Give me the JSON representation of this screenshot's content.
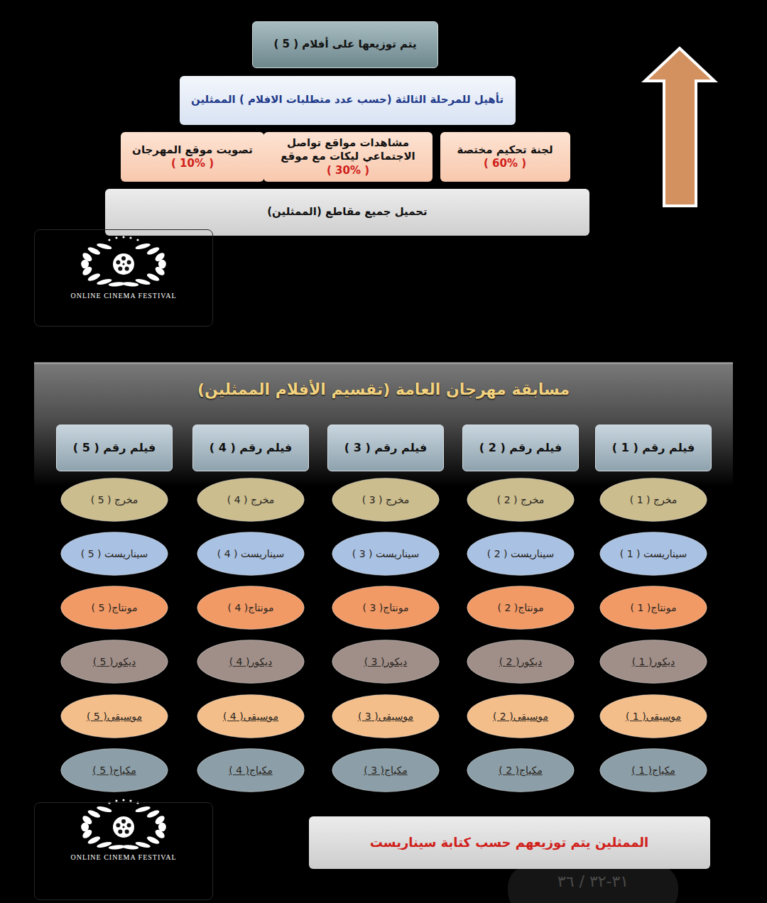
{
  "diagram": {
    "title": "مسابقة مهرجان العامة (تقسيم الأفلام الممثلين)",
    "nodes": [
      {
        "text": [
          "يتم توزيعها على أفلام ( 5 )"
        ]
      },
      {
        "text": [
          "تأهيل للمرحلة الثالثة (حسب عدد متطلبات الافلام ) الممثلين"
        ]
      },
      {
        "text": [
          "لجنة تحكيم مختصة",
          "( 60% )"
        ]
      },
      {
        "text": [
          "مشاهدات مواقع تواصل الاجتماعي ليكات مع موقع",
          "( 30% )"
        ]
      },
      {
        "text": [
          "تصويت موقع المهرجان",
          "( 10% )"
        ]
      },
      {
        "text": [
          "تحميل جميع مقاطع (الممثلين)"
        ]
      },
      {
        "text": [
          "ONLINE CINEMA FESTIVAL"
        ]
      },
      {
        "text": [
          "فيلم رقم ( 1 )"
        ]
      },
      {
        "text": [
          "فيلم رقم ( 2 )"
        ]
      },
      {
        "text": [
          "فيلم رقم ( 3 )"
        ]
      },
      {
        "text": [
          "فيلم رقم ( 4 )"
        ]
      },
      {
        "text": [
          "فيلم رقم ( 5 )"
        ]
      },
      {
        "text": [
          "مخرج ( 1 )"
        ]
      },
      {
        "text": [
          "مخرج ( 2 )"
        ]
      },
      {
        "text": [
          "مخرج ( 3 )"
        ]
      },
      {
        "text": [
          "مخرج ( 4 )"
        ]
      },
      {
        "text": [
          "مخرج ( 5 )"
        ]
      },
      {
        "text": [
          "سيناريست ( 1 )"
        ]
      },
      {
        "text": [
          "سيناريست ( 2 )"
        ]
      },
      {
        "text": [
          "سيناريست ( 3 )"
        ]
      },
      {
        "text": [
          "سيناريست ( 4 )"
        ]
      },
      {
        "text": [
          "سيناريست ( 5 )"
        ]
      },
      {
        "text": [
          "مونتاج( 1 )"
        ]
      },
      {
        "text": [
          "مونتاج( 2 )"
        ]
      },
      {
        "text": [
          "مونتاج( 3 )"
        ]
      },
      {
        "text": [
          "مونتاج( 4 )"
        ]
      },
      {
        "text": [
          "مونتاج( 5 )"
        ]
      },
      {
        "text": [
          "ديكور( 1 )"
        ]
      },
      {
        "text": [
          "ديكور( 2 )"
        ]
      },
      {
        "text": [
          "ديكور( 3 )"
        ]
      },
      {
        "text": [
          "ديكور( 4 )"
        ]
      },
      {
        "text": [
          "ديكور( 5 )"
        ]
      },
      {
        "text": [
          "موسيقى( 1 )"
        ]
      },
      {
        "text": [
          "موسيقى( 2 )"
        ]
      },
      {
        "text": [
          "موسيقى( 3 )"
        ]
      },
      {
        "text": [
          "موسيقى( 4 )"
        ]
      },
      {
        "text": [
          "موسيقى( 5 )"
        ]
      },
      {
        "text": [
          "مكياج( 1 )"
        ]
      },
      {
        "text": [
          "مكياج( 2 )"
        ]
      },
      {
        "text": [
          "مكياج( 3 )"
        ]
      },
      {
        "text": [
          "مكياج( 4 )"
        ]
      },
      {
        "text": [
          "مكياج( 5 )"
        ]
      },
      {
        "text": [
          "الممثلين يتم توزيعهم حسب كتابة سيناريست"
        ]
      },
      {
        "text": [
          "ONLINE CINEMA FESTIVAL"
        ]
      }
    ],
    "labels": [
      "٣١-٣٢ / ٣٦"
    ]
  }
}
